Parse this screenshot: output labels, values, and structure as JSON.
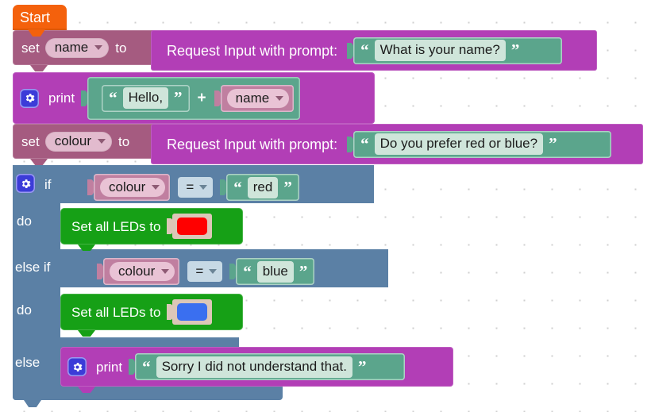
{
  "workspace": {
    "name": "blockly-workspace",
    "background_color": "#ffffff",
    "grid_dot_color": "#cfcfcf"
  },
  "colors": {
    "start": "#F4610C",
    "variable_set": "#A55B80",
    "variable_field": "#E2BBCE",
    "text_io": "#B23EB6",
    "string": "#5BA58C",
    "string_field": "#CFE5DA",
    "logic": "#5B80A5",
    "compare_field": "#C7D9E5",
    "led": "#16A016",
    "swatch_frame": "#DCC7B8",
    "gear_badge": "#3C3CD8",
    "led_red": "#FF0000",
    "led_blue": "#3A6FF0"
  },
  "start_block": {
    "label": "Start"
  },
  "statements": {
    "set_name": {
      "set_label": "set",
      "variable": "name",
      "to_label": "to",
      "value_block": {
        "label": "Request Input with prompt:",
        "string_value": "What is your name?"
      }
    },
    "print_greeting": {
      "gear_icon": "gear-icon",
      "print_label": "print",
      "join": {
        "left_string": "Hello,",
        "operator": "+",
        "right_variable": "name"
      }
    },
    "set_colour": {
      "set_label": "set",
      "variable": "colour",
      "to_label": "to",
      "value_block": {
        "label": "Request Input with prompt:",
        "string_value": "Do you prefer red or blue?"
      }
    },
    "if_block": {
      "gear_icon": "gear-icon",
      "if_label": "if",
      "do_label_1": "do",
      "else_if_label": "else if",
      "do_label_2": "do",
      "else_label": "else",
      "condition_1": {
        "variable": "colour",
        "operator": "=",
        "string_value": "red"
      },
      "condition_2": {
        "variable": "colour",
        "operator": "=",
        "string_value": "blue"
      },
      "then_1": {
        "label": "Set all LEDs to",
        "swatch_color": "#FF0000"
      },
      "then_2": {
        "label": "Set all LEDs to",
        "swatch_color": "#3A6FF0"
      },
      "else_body": {
        "gear_icon": "gear-icon",
        "print_label": "print",
        "string_value": "Sorry I did not understand that."
      }
    }
  }
}
